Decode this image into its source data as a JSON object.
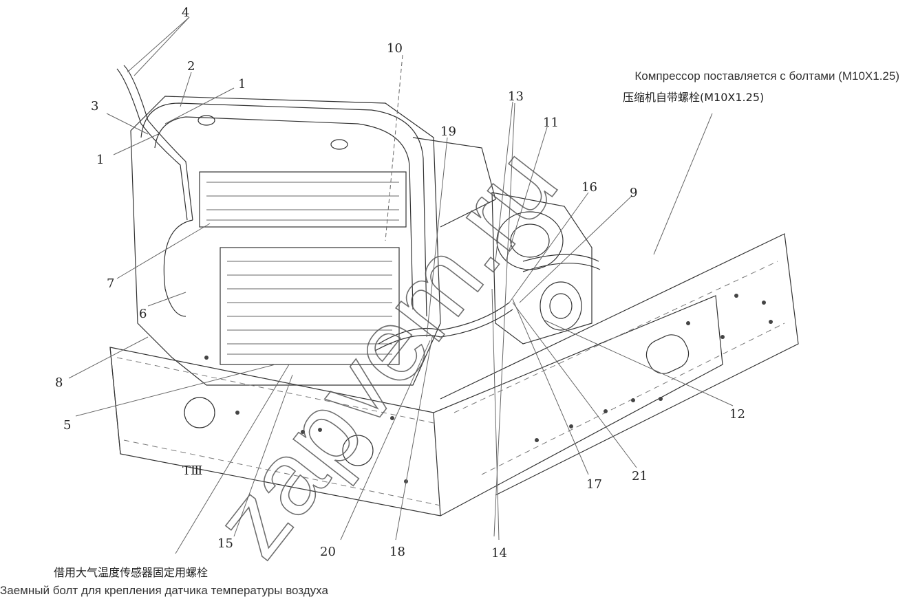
{
  "callouts": [
    "1",
    "1",
    "2",
    "3",
    "4",
    "5",
    "6",
    "7",
    "8",
    "9",
    "10",
    "11",
    "12",
    "13",
    "14",
    "15",
    "16",
    "17",
    "18",
    "19",
    "20",
    "21"
  ],
  "notes": {
    "compressor_ru": "Компрессор поставляется с болтами (M10X1.25)",
    "compressor_cn": "压缩机自带螺栓(M10X1.25)",
    "sensor_cn": "借用大气温度传感器固定用螺栓",
    "sensor_ru": "Заемный болт для крепления датчика температуры воздуха"
  },
  "frame_marking": "TⅢ",
  "watermark": "zapvem.ru"
}
